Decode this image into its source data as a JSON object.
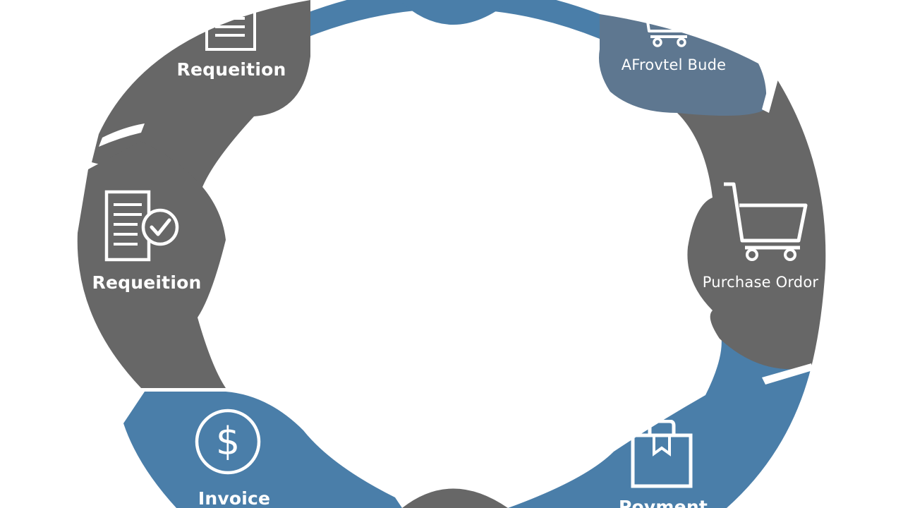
{
  "colors": {
    "gray": "#676767",
    "blue": "#4a7ea9",
    "slate": "#5e7790",
    "background": "#ffffff",
    "text": "#ffffff"
  },
  "segments": [
    {
      "label": "Requeition",
      "icon": "document-icon",
      "color": "gray"
    },
    {
      "label": "AFrovtel Bude",
      "icon": "shopping-cart-icon",
      "color": "slate"
    },
    {
      "label": "Purchase Ordor",
      "icon": "shopping-cart-icon",
      "color": "gray"
    },
    {
      "label": "Povment",
      "icon": "shopping-bag-icon",
      "color": "blue"
    },
    {
      "label": "Invoice",
      "icon": "dollar-circle-icon",
      "color": "blue"
    },
    {
      "label": "Requeition",
      "icon": "document-check-icon",
      "color": "gray"
    }
  ]
}
